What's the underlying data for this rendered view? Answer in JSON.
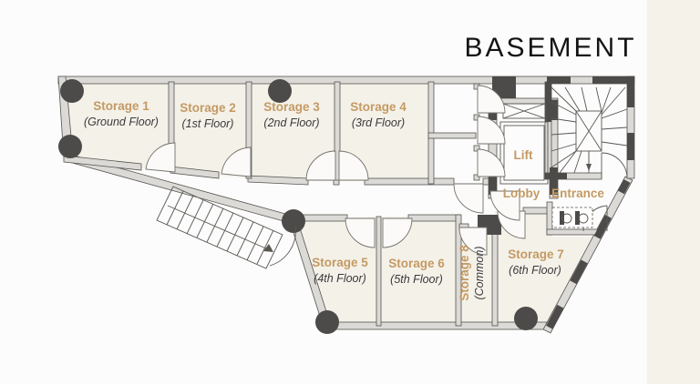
{
  "title": "BASEMENT",
  "rooms": [
    {
      "name": "Storage 1",
      "floor": "(Ground Floor)"
    },
    {
      "name": "Storage 2",
      "floor": "(1st Floor)"
    },
    {
      "name": "Storage 3",
      "floor": "(2nd Floor)"
    },
    {
      "name": "Storage 4",
      "floor": "(3rd Floor)"
    },
    {
      "name": "Storage 5",
      "floor": "(4th Floor)"
    },
    {
      "name": "Storage 6",
      "floor": "(5th Floor)"
    },
    {
      "name": "Storage 7",
      "floor": "(6th Floor)"
    },
    {
      "name": "Storage 8",
      "floor": "(Common)"
    }
  ],
  "areas": {
    "lift": "Lift",
    "lobby": "Lobby",
    "entrance": "Entrance"
  },
  "colors": {
    "label_accent": "#c49a63",
    "sublabel": "#3a3a3a",
    "wall_light": "#dbdad7",
    "wall_dark": "#4d4b49",
    "room_fill": "#f4f1e9",
    "background": "#fcfcfc",
    "side_strip": "#f5f2e9",
    "title": "#141414"
  }
}
